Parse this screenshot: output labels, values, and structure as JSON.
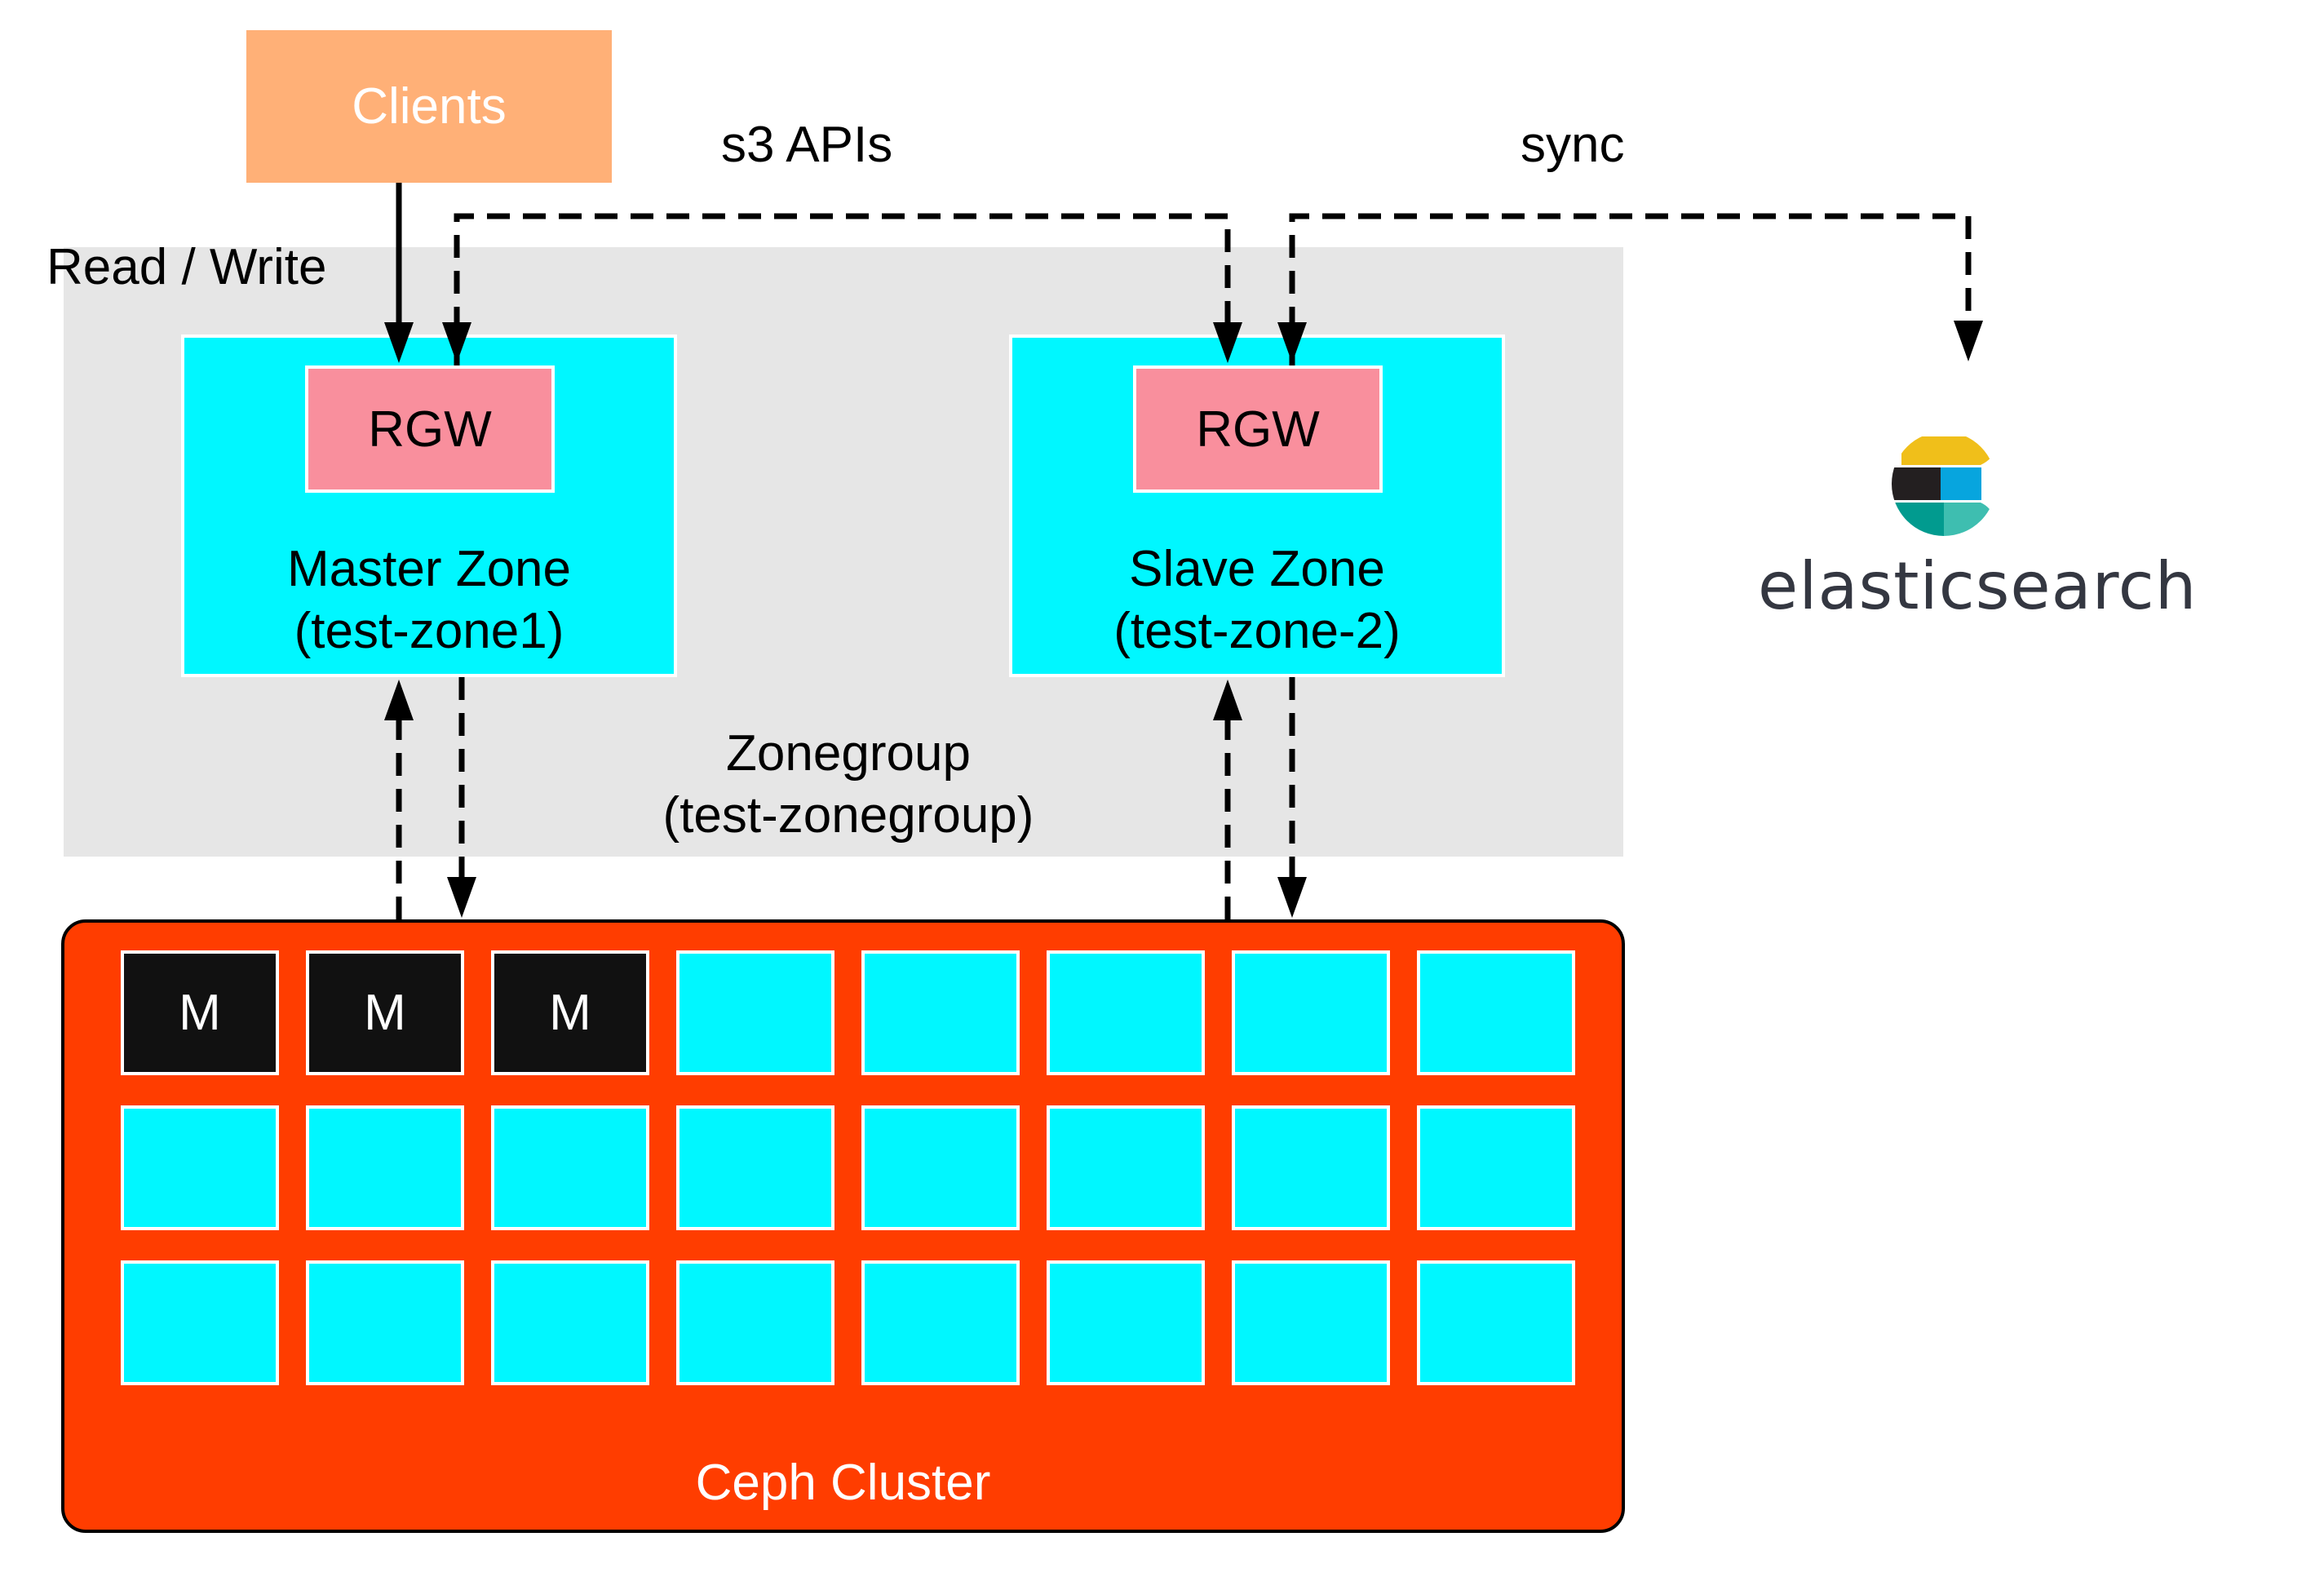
{
  "clients": {
    "label": "Clients"
  },
  "labels": {
    "s3_apis": "s3 APIs",
    "sync": "sync",
    "read_write": "Read / Write"
  },
  "zonegroup": {
    "name": "Zonegroup",
    "id": "(test-zonegroup)"
  },
  "master_zone": {
    "rgw": "RGW",
    "name": "Master Zone",
    "id": "(test-zone1)"
  },
  "slave_zone": {
    "rgw": "RGW",
    "name": "Slave Zone",
    "id": "(test-zone-2)"
  },
  "elasticsearch": {
    "label": "elasticsearch",
    "icon": "elasticsearch-logo-icon",
    "colors": [
      "#f0bf1a",
      "#231f20",
      "#07a5de",
      "#019b8f",
      "#3ebeb0"
    ]
  },
  "cluster": {
    "label": "Ceph Cluster",
    "rows": [
      [
        "M",
        "M",
        "M",
        "",
        "",
        "",
        "",
        ""
      ],
      [
        "",
        "",
        "",
        "",
        "",
        "",
        "",
        ""
      ],
      [
        "",
        "",
        "",
        "",
        "",
        "",
        "",
        ""
      ]
    ]
  },
  "colors": {
    "clients": "#ffb077",
    "zone": "#00f7ff",
    "rgw": "#f98f9d",
    "zonegroup": "#e6e6e6",
    "cluster": "#ff3d00",
    "monitor": "#111111"
  }
}
